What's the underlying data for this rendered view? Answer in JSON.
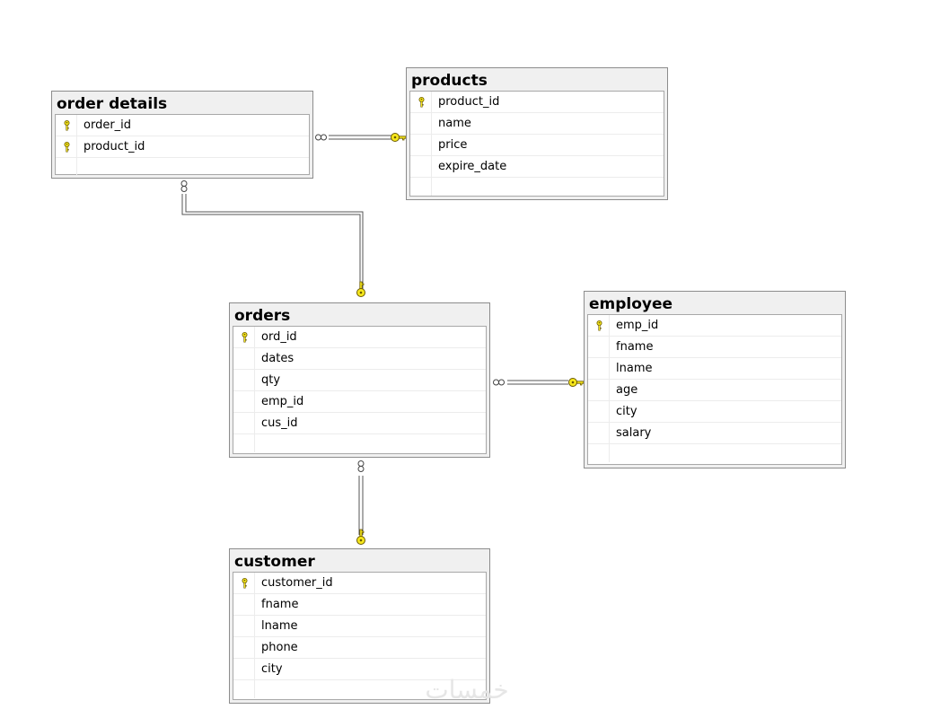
{
  "tables": {
    "order_details": {
      "title": "order details",
      "columns": [
        {
          "name": "order_id",
          "pk": true
        },
        {
          "name": "product_id",
          "pk": true
        }
      ]
    },
    "products": {
      "title": "products",
      "columns": [
        {
          "name": "product_id",
          "pk": true
        },
        {
          "name": "name",
          "pk": false
        },
        {
          "name": "price",
          "pk": false
        },
        {
          "name": "expire_date",
          "pk": false
        }
      ]
    },
    "orders": {
      "title": "orders",
      "columns": [
        {
          "name": "ord_id",
          "pk": true
        },
        {
          "name": "dates",
          "pk": false
        },
        {
          "name": "qty",
          "pk": false
        },
        {
          "name": "emp_id",
          "pk": false
        },
        {
          "name": "cus_id",
          "pk": false
        }
      ]
    },
    "employee": {
      "title": "employee",
      "columns": [
        {
          "name": "emp_id",
          "pk": true
        },
        {
          "name": "fname",
          "pk": false
        },
        {
          "name": "lname",
          "pk": false
        },
        {
          "name": "age",
          "pk": false
        },
        {
          "name": "city",
          "pk": false
        },
        {
          "name": "salary",
          "pk": false
        }
      ]
    },
    "customer": {
      "title": "customer",
      "columns": [
        {
          "name": "customer_id",
          "pk": true
        },
        {
          "name": "fname",
          "pk": false
        },
        {
          "name": "lname",
          "pk": false
        },
        {
          "name": "phone",
          "pk": false
        },
        {
          "name": "city",
          "pk": false
        }
      ]
    }
  },
  "relationships": [
    {
      "from": "order_details",
      "to": "products",
      "many_end": "order_details",
      "one_end": "products"
    },
    {
      "from": "order_details",
      "to": "orders",
      "many_end": "order_details",
      "one_end": "orders"
    },
    {
      "from": "orders",
      "to": "employee",
      "many_end": "orders",
      "one_end": "employee"
    },
    {
      "from": "orders",
      "to": "customer",
      "many_end": "orders",
      "one_end": "customer"
    }
  ],
  "watermark": "خمسات",
  "colors": {
    "key_fill": "#f7e81c",
    "key_stroke": "#6b5a00",
    "connector": "#555555",
    "table_border": "#8c8c8c"
  }
}
